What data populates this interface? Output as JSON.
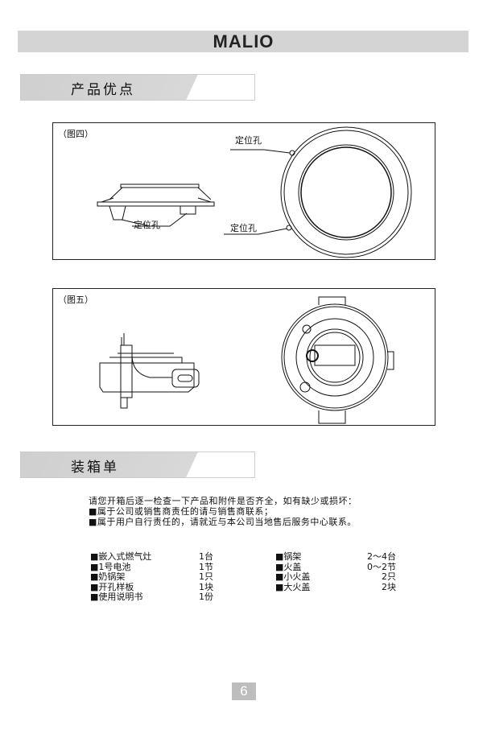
{
  "header": {
    "logo": "MALIO"
  },
  "section1": {
    "title": "产品优点"
  },
  "figure4": {
    "caption": "（图四）",
    "label_hole_left": "定位孔",
    "label_hole_top": "定位孔",
    "label_hole_bottom": "定位孔"
  },
  "figure5": {
    "caption": "（图五）"
  },
  "section2": {
    "title": "装箱单"
  },
  "notice": [
    "请您开箱后逐一检查一下产品和附件是否齐全，如有缺少或损坏：",
    "■属于公司或销售商责任的请与销售商联系；",
    "■属于用户自行责任的，请就近与本公司当地售后服务中心联系。"
  ],
  "packing_left": [
    {
      "item": "■嵌入式燃气灶",
      "qty": "1台"
    },
    {
      "item": "■1号电池",
      "qty": "1节"
    },
    {
      "item": "■奶锅架",
      "qty": "1只"
    },
    {
      "item": "■开孔样板",
      "qty": "1块"
    },
    {
      "item": "■使用说明书",
      "qty": "1份"
    }
  ],
  "packing_right": [
    {
      "item": "■锅架",
      "qty": "2～4台"
    },
    {
      "item": "■火盖",
      "qty": "0～2节"
    },
    {
      "item": "■小火盖",
      "qty": "2只"
    },
    {
      "item": "■大火盖",
      "qty": "2块"
    }
  ],
  "page_number": "6"
}
